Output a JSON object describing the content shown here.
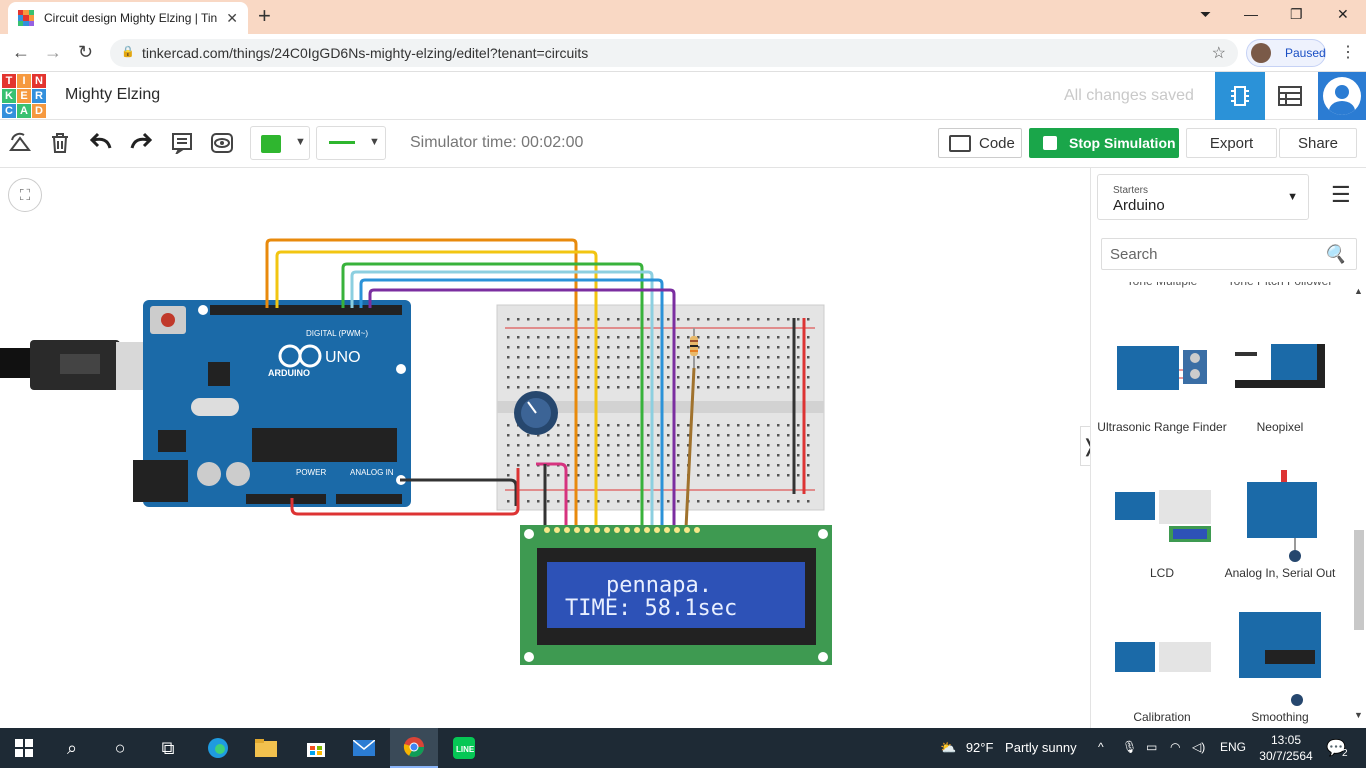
{
  "browser": {
    "tab_title": "Circuit design Mighty Elzing | Tin",
    "url": "tinkercad.com/things/24C0IgGD6Ns-mighty-elzing/editel?tenant=circuits",
    "profile_status": "Paused"
  },
  "header": {
    "logo_letters": [
      "T",
      "I",
      "N",
      "K",
      "E",
      "R",
      "C",
      "A",
      "D"
    ],
    "project_name": "Mighty Elzing",
    "save_status": "All changes saved"
  },
  "toolbar": {
    "simulator_time": "Simulator time: 00:02:00",
    "code_label": "Code",
    "stop_label": "Stop Simulation",
    "export_label": "Export",
    "share_label": "Share",
    "accent": "#1aa64a"
  },
  "canvas": {
    "arduino_brand": "ARDUINO",
    "arduino_model": "UNO",
    "digital_label": "DIGITAL (PWM~)",
    "power_label": "POWER",
    "analog_label": "ANALOG IN",
    "lcd_line1": "pennapa.",
    "lcd_line2": "TIME: 58.1sec"
  },
  "panel": {
    "starters_label": "Starters",
    "starters_value": "Arduino",
    "search_placeholder": "Search",
    "partial_items": [
      "Tone Multiple",
      "Tone Pitch Follower"
    ],
    "items": [
      {
        "label": "Ultrasonic Range Finder"
      },
      {
        "label": "Neopixel"
      },
      {
        "label": "LCD"
      },
      {
        "label": "Analog In, Serial Out"
      },
      {
        "label": "Calibration"
      },
      {
        "label": "Smoothing"
      }
    ]
  },
  "taskbar": {
    "temperature": "92°F",
    "weather_text": "Partly sunny",
    "language": "ENG",
    "time": "13:05",
    "date": "30/7/2564",
    "notifications": "2"
  }
}
